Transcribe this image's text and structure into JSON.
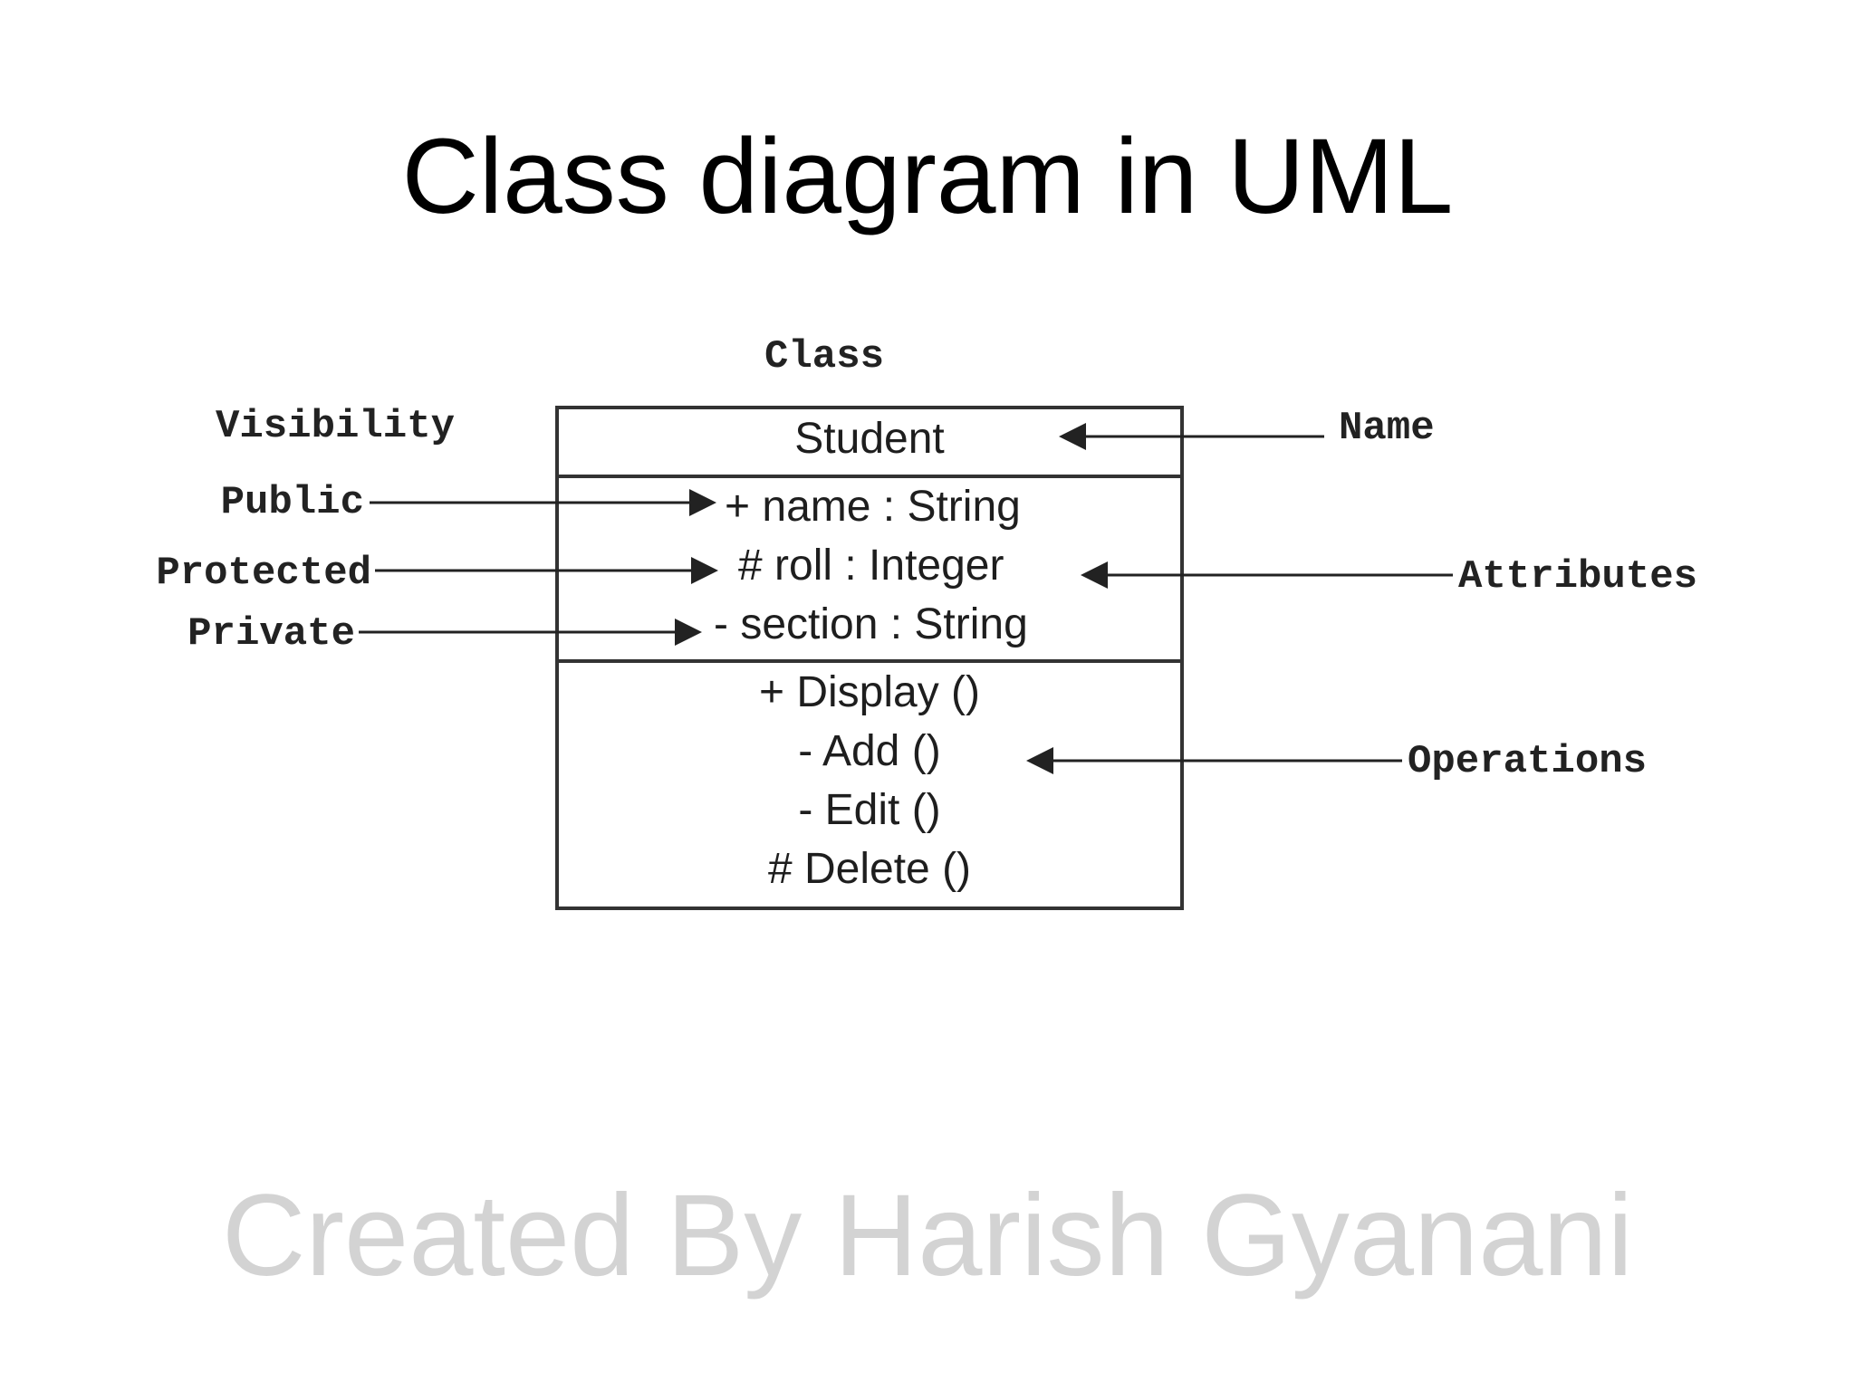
{
  "slide": {
    "title": "Class diagram in UML",
    "footer": "Created By Harish Gyanani"
  },
  "diagram": {
    "class_label": "Class",
    "visibility_label": "Visibility",
    "class_box": {
      "name": "Student",
      "attributes": [
        "+ name : String",
        "# roll : Integer",
        "- section : String"
      ],
      "operations": [
        "+ Display ()",
        "- Add ()",
        "- Edit ()",
        "# Delete ()"
      ]
    },
    "visibility": {
      "public": "Public",
      "protected": "Protected",
      "private": "Private"
    },
    "callouts": {
      "name": "Name",
      "attributes": "Attributes",
      "operations": "Operations"
    }
  },
  "colors": {
    "ink": "#222222",
    "watermark": "#d3d3d3"
  }
}
